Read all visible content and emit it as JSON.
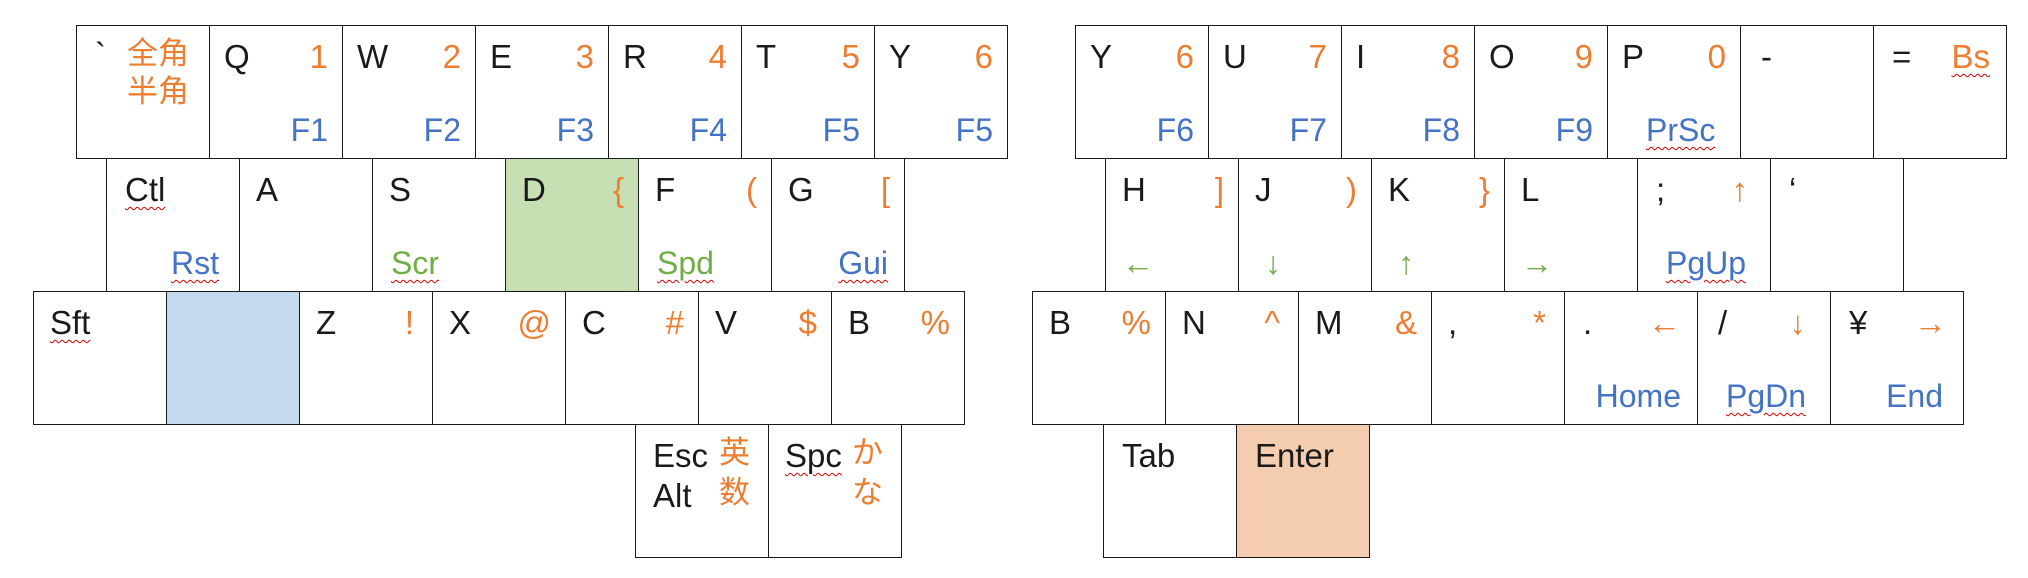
{
  "colors": {
    "base": "#1a1a1a",
    "symbol": "#ED7D31",
    "function": "#4472C4",
    "navigation": "#70AD47",
    "blue_key": "#C5D9EE",
    "green_key": "#C6E0B4",
    "peach_key": "#F4CCAF"
  },
  "left": {
    "row1": [
      {
        "base": "`",
        "sym": "全角",
        "sym2": "半角"
      },
      {
        "base": "Q",
        "sym": "1",
        "fn": "F1"
      },
      {
        "base": "W",
        "sym": "2",
        "fn": "F2"
      },
      {
        "base": "E",
        "sym": "3",
        "fn": "F3"
      },
      {
        "base": "R",
        "sym": "4",
        "fn": "F4"
      },
      {
        "base": "T",
        "sym": "5",
        "fn": "F5"
      },
      {
        "base": "Y",
        "sym": "6",
        "fn": "F5"
      }
    ],
    "row2": [
      {
        "base": "Ctl",
        "fn": "Rst"
      },
      {
        "base": "A"
      },
      {
        "base": "S",
        "nav": "Scr"
      },
      {
        "base": "D",
        "sym": "{"
      },
      {
        "base": "F",
        "sym": "(",
        "nav": "Spd"
      },
      {
        "base": "G",
        "sym": "[",
        "fn": "Gui"
      }
    ],
    "row3": [
      {
        "base": "Sft"
      },
      {
        "base": ""
      },
      {
        "base": "Z",
        "sym": "!"
      },
      {
        "base": "X",
        "sym": "@"
      },
      {
        "base": "C",
        "sym": "#"
      },
      {
        "base": "V",
        "sym": "$"
      },
      {
        "base": "B",
        "sym": "%"
      }
    ],
    "thumbs": [
      {
        "base": "Esc",
        "base2": "Alt",
        "sym": "英",
        "sym2": "数"
      },
      {
        "base": "Spc",
        "sym": "か",
        "sym2": "な"
      }
    ]
  },
  "right": {
    "row1": [
      {
        "base": "Y",
        "sym": "6",
        "fn": "F6"
      },
      {
        "base": "U",
        "sym": "7",
        "fn": "F7"
      },
      {
        "base": "I",
        "sym": "8",
        "fn": "F8"
      },
      {
        "base": "O",
        "sym": "9",
        "fn": "F9"
      },
      {
        "base": "P",
        "sym": "0",
        "fn": "PrSc"
      },
      {
        "base": "-"
      },
      {
        "base": "=",
        "sym": "Bs"
      }
    ],
    "row2": [
      {
        "base": "H",
        "sym": "]",
        "nav": "←"
      },
      {
        "base": "J",
        "sym": ")",
        "nav": "↓"
      },
      {
        "base": "K",
        "sym": "}",
        "nav": "↑"
      },
      {
        "base": "L",
        "nav": "→"
      },
      {
        "base": ";",
        "sym": "↑",
        "fn": "PgUp"
      },
      {
        "base": "‘"
      }
    ],
    "row3": [
      {
        "base": "B",
        "sym": "%"
      },
      {
        "base": "N",
        "sym": "^"
      },
      {
        "base": "M",
        "sym": "&"
      },
      {
        "base": ",",
        "sym": "*"
      },
      {
        "base": ".",
        "sym": "←",
        "fn": "Home"
      },
      {
        "base": "/",
        "sym": "↓",
        "fn": "PgDn"
      },
      {
        "base": "¥",
        "sym": "→",
        "fn": "End"
      }
    ],
    "thumbs": [
      {
        "base": "Tab"
      },
      {
        "base": "Enter"
      }
    ]
  }
}
